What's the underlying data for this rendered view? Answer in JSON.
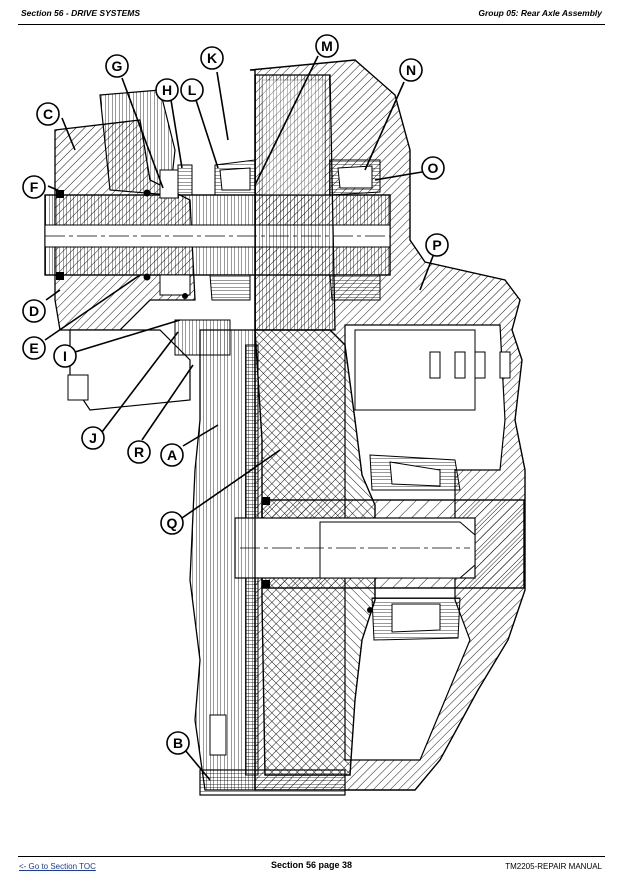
{
  "header": {
    "section": "Section 56 - DRIVE SYSTEMS",
    "group": "Group 05: Rear Axle Assembly"
  },
  "figure": {
    "callouts": [
      "A",
      "B",
      "C",
      "D",
      "E",
      "F",
      "G",
      "H",
      "I",
      "J",
      "K",
      "L",
      "M",
      "N",
      "O",
      "P",
      "Q",
      "R"
    ]
  },
  "footer": {
    "toc_link": "<- Go to Section TOC",
    "page": "Section 56 page 38",
    "manual": "TM2205-REPAIR MANUAL"
  }
}
